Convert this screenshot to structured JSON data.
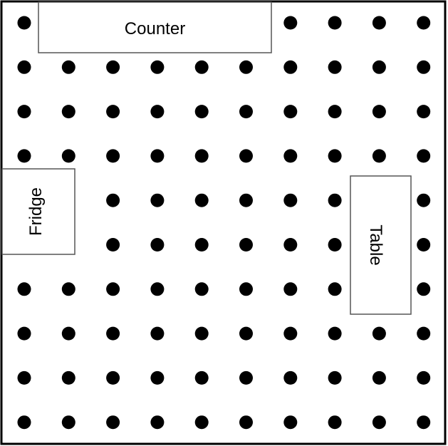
{
  "diagram": {
    "labels": {
      "counter": "Counter",
      "fridge": "Fridge",
      "table": "Table"
    },
    "grid": {
      "rows": 10,
      "cols": 10
    },
    "colors": {
      "stroke": "#000000",
      "furniture_stroke": "#555555",
      "dot": "#000000",
      "background": "#ffffff"
    }
  }
}
